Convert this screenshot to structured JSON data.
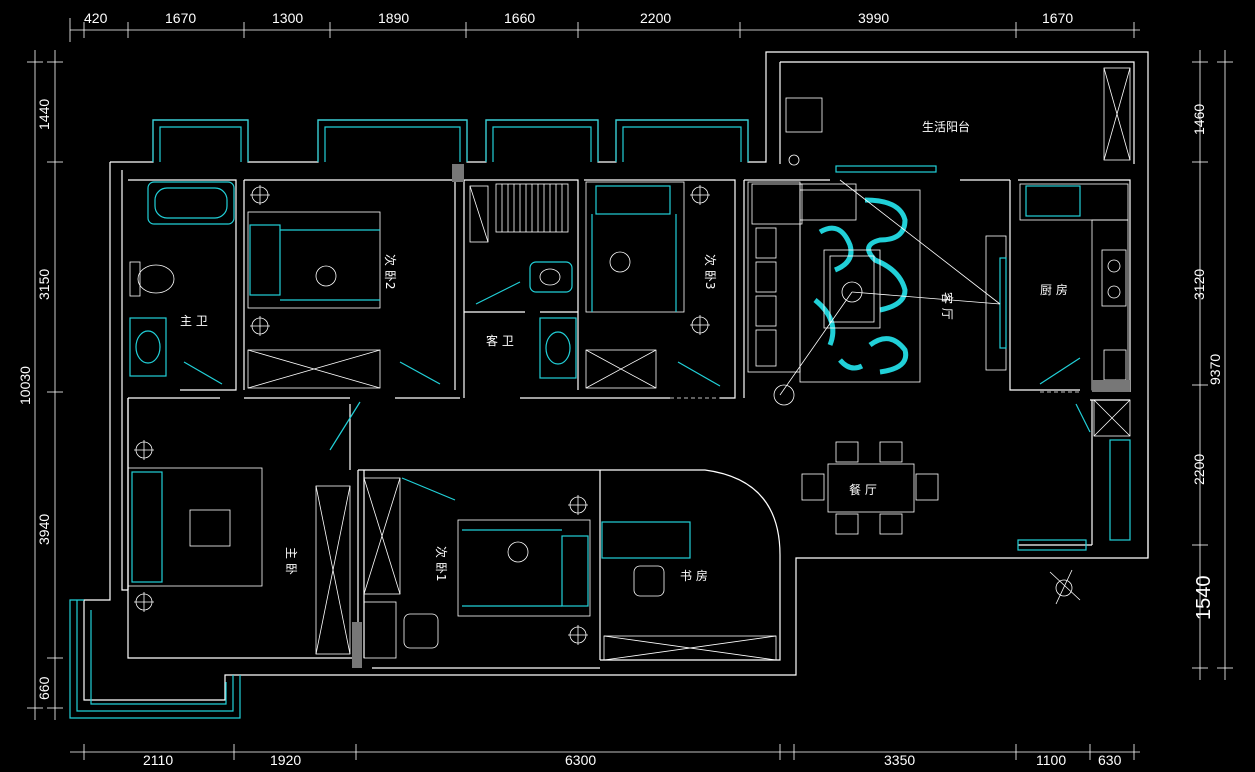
{
  "dimensions": {
    "top": [
      "420",
      "1670",
      "1300",
      "1890",
      "1660",
      "2200",
      "3990",
      "1670"
    ],
    "bottom": [
      "2110",
      "1920",
      "6300",
      "3350",
      "1100",
      "630"
    ],
    "left": [
      "1440",
      "3150",
      "10030",
      "3940",
      "660"
    ],
    "right": [
      "1460",
      "3120",
      "9370",
      "2200",
      "1540"
    ]
  },
  "rooms": {
    "master_bath": "主 卫",
    "bedroom2": "次 卧2",
    "guest_bath": "客 卫",
    "bedroom3": "次 卧3",
    "living": "客 厅",
    "kitchen": "厨 房",
    "balcony": "生活阳台",
    "dining": "餐 厅",
    "master_bedroom": "主 卧",
    "bedroom1": "次 卧1",
    "study": "书 房"
  },
  "colors": {
    "background": "#000000",
    "wall": "#ffffff",
    "furniture": "#21d0d8"
  }
}
